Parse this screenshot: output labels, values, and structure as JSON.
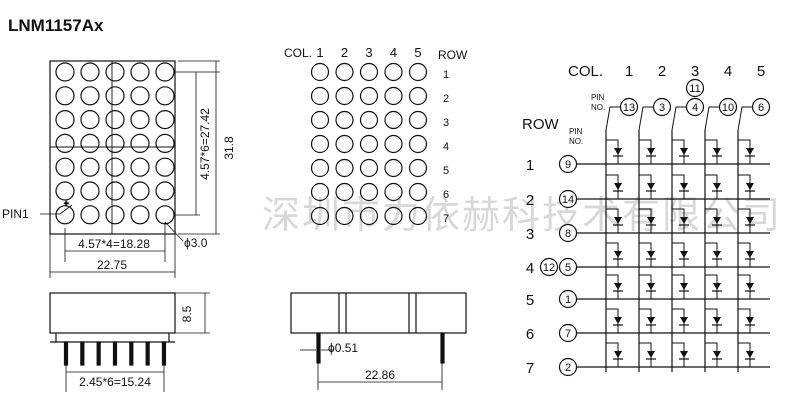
{
  "title": "LNM1157Ax",
  "watermark": "深圳市力依赫科技术有限公司",
  "front_view": {
    "dim_height_dots": "4.57*6=27.42",
    "dim_height_total": "31.8",
    "dim_width_dots": "4.57*4=18.28",
    "dim_width_total": "22.75",
    "dot_diameter": "ϕ3.0",
    "pin1_label": "PIN1"
  },
  "side_view": {
    "dim_height": "8.5",
    "dim_pin_pitch": "2.45*6=15.24"
  },
  "middle_grid": {
    "col_label": "COL.",
    "row_label": "ROW",
    "cols": [
      "1",
      "2",
      "3",
      "4",
      "5"
    ],
    "rows": [
      "1",
      "2",
      "3",
      "4",
      "5",
      "6",
      "7"
    ]
  },
  "bottom_view": {
    "dim_pin": "ϕ0.51",
    "dim_width": "22.86"
  },
  "schematic": {
    "col_label": "COL.",
    "row_label": "ROW",
    "pin_no_label": "PIN\nNO.",
    "pin_no_line1": "PIN",
    "pin_no_line2": "NO.",
    "cols": [
      "1",
      "2",
      "3",
      "4",
      "5"
    ],
    "col_pins": [
      "13",
      "3",
      "4",
      "10",
      "6"
    ],
    "col3_extra_pin": "11",
    "rows": [
      "1",
      "2",
      "3",
      "4",
      "5",
      "6",
      "7"
    ],
    "row_pins": [
      "9",
      "14",
      "8",
      "5",
      "1",
      "7",
      "2"
    ],
    "row4_extra_pin": "12"
  }
}
